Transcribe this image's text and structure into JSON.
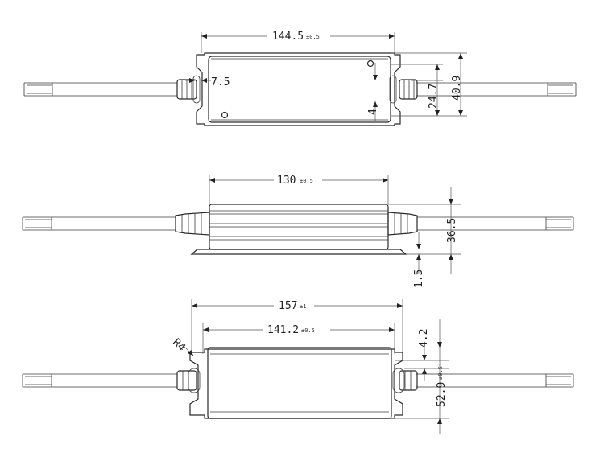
{
  "top_view": {
    "overall_length": "144.5",
    "overall_length_tol": "±0.5",
    "slot_dim": "7.5",
    "inner_height": "24.7",
    "outer_height": "40.9",
    "slot_height": "4"
  },
  "side_view": {
    "body_length": "130",
    "body_length_tol": "±0.5",
    "height": "36.5",
    "flange": "1.5"
  },
  "bottom_view": {
    "mount_total": "157",
    "mount_total_tol": "±1",
    "hole_spacing": "141.2",
    "hole_spacing_tol": "±0.5",
    "radius": "R4",
    "slot_width": "4.2",
    "width": "52.9",
    "width_tol": "±0.5"
  }
}
